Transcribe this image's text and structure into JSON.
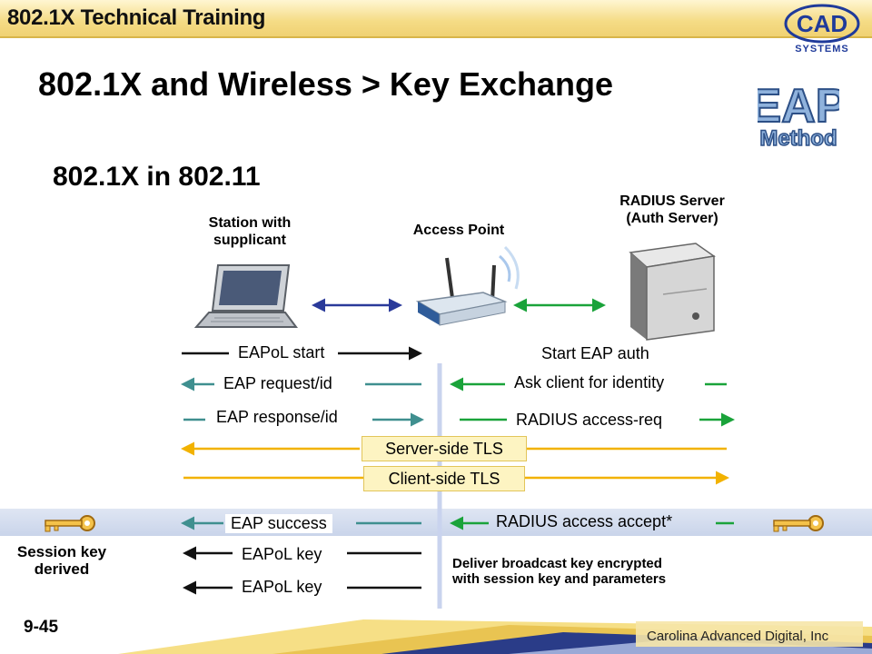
{
  "header": {
    "title": "802.1X Technical Training"
  },
  "logo": {
    "letters": "CAD",
    "caption": "SYSTEMS"
  },
  "slide": {
    "title": "802.1X and Wireless > Key Exchange",
    "subtitle": "802.1X in 802.11"
  },
  "badge": {
    "top": "EAP",
    "bottom": "Method"
  },
  "nodes": {
    "station": {
      "line1": "Station with",
      "line2": "supplicant"
    },
    "ap": {
      "line1": "Access Point"
    },
    "radius": {
      "line1": "RADIUS Server",
      "line2": "(Auth Server)"
    }
  },
  "messages": {
    "eapol_start": "EAPoL start",
    "start_eap_auth": "Start EAP auth",
    "eap_request_id": "EAP request/id",
    "ask_identity": "Ask client for identity",
    "eap_response_id": "EAP response/id",
    "radius_access_req": "RADIUS access-req",
    "server_tls": "Server-side TLS",
    "client_tls": "Client-side TLS",
    "eap_success": "EAP success",
    "radius_accept": "RADIUS access accept*",
    "eapol_key_1": "EAPoL key",
    "eapol_key_2": "EAPoL key",
    "session_key_1": "Session key",
    "session_key_2": "derived",
    "deliver_1": "Deliver broadcast key encrypted",
    "deliver_2": "with session key and parameters"
  },
  "footer": {
    "page": "9-45",
    "company": "Carolina Advanced Digital, Inc"
  },
  "colors": {
    "black": "#111111",
    "teal": "#3f8f8f",
    "green": "#1aa33a",
    "orange": "#f2b200",
    "navy": "#2a3a9a",
    "band": "#cdd7ec"
  }
}
